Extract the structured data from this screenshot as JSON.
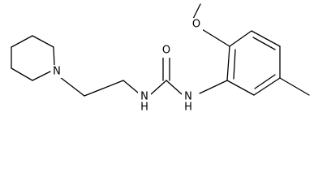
{
  "molecule": {
    "atoms": {
      "n_piperidine": "N",
      "n_urea_left": "N",
      "n_urea_right": "N",
      "o_carbonyl": "O",
      "o_methoxy": "O"
    },
    "sub_labels": {
      "n_urea_left": "H",
      "n_urea_right": "H"
    },
    "colors": {
      "bond": "#000000",
      "label": "#000000",
      "background": "#ffffff"
    }
  }
}
